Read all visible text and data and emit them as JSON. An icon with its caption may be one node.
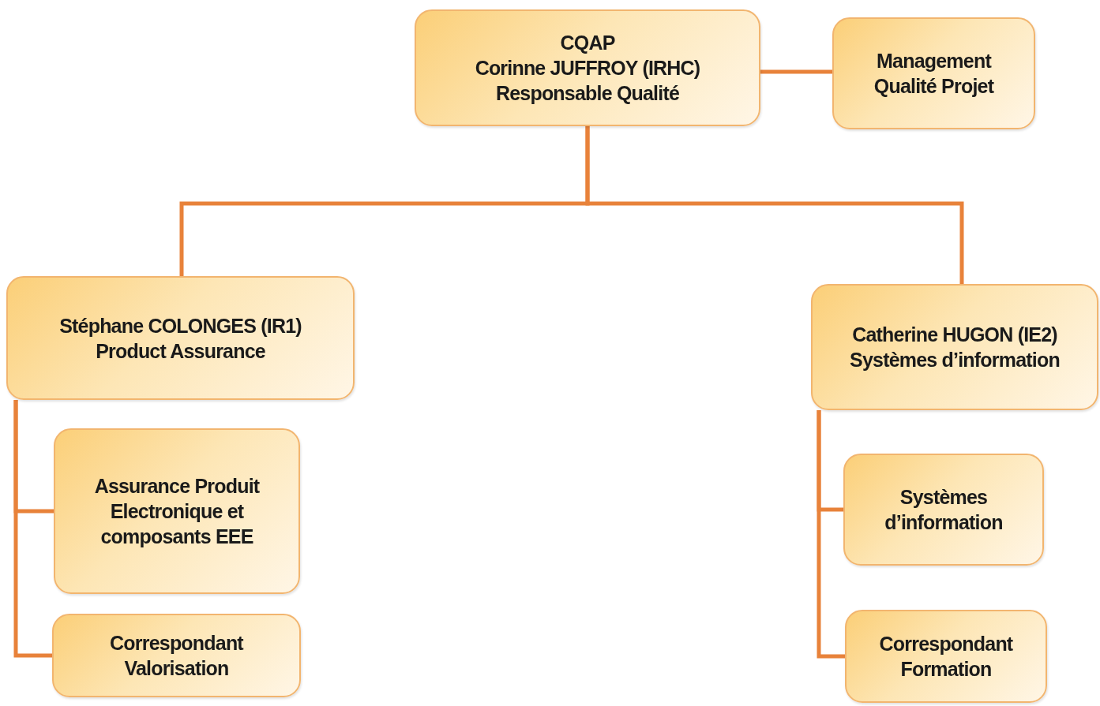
{
  "diagram": {
    "nodes": [
      {
        "text": [
          "CQAP",
          "Corinne JUFFROY (IRHC)",
          "Responsable Qualité"
        ]
      },
      {
        "text": [
          "Management Qualité Projet"
        ]
      },
      {
        "text": [
          "Stéphane COLONGES (IR1)",
          "Product Assurance"
        ]
      },
      {
        "text": [
          "Catherine HUGON (IE2)",
          "Systèmes d’information"
        ]
      },
      {
        "text": [
          "Assurance Produit Electronique et composants EEE"
        ]
      },
      {
        "text": [
          "Correspondant Valorisation"
        ]
      },
      {
        "text": [
          "Systèmes d’information"
        ]
      },
      {
        "text": [
          "Correspondant Formation"
        ]
      }
    ],
    "edges": [
      {
        "from": 0,
        "to": 1,
        "arrow": "none"
      },
      {
        "from": 0,
        "to": 2,
        "arrow": "none"
      },
      {
        "from": 0,
        "to": 3,
        "arrow": "none"
      },
      {
        "from": 2,
        "to": 4,
        "arrow": "none"
      },
      {
        "from": 2,
        "to": 5,
        "arrow": "none"
      },
      {
        "from": 3,
        "to": 6,
        "arrow": "none"
      },
      {
        "from": 3,
        "to": 7,
        "arrow": "none"
      }
    ]
  }
}
